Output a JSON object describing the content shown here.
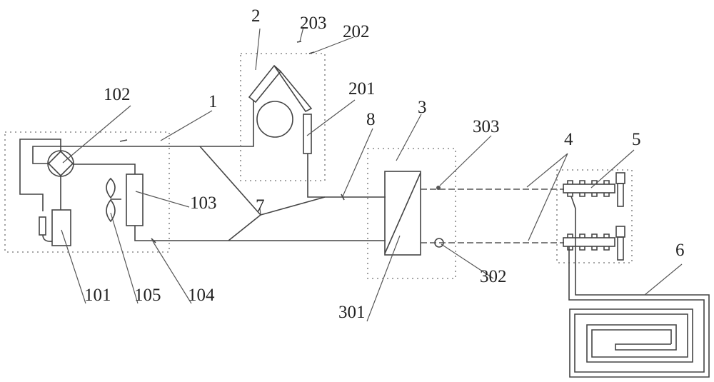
{
  "labels": {
    "l1": "1",
    "l2": "2",
    "l3": "3",
    "l4": "4",
    "l5": "5",
    "l6": "6",
    "l7": "7",
    "l8": "8",
    "l101": "101",
    "l102": "102",
    "l103": "103",
    "l104": "104",
    "l105": "105",
    "l201": "201",
    "l202": "202",
    "l203": "203",
    "l301": "301",
    "l302": "302",
    "l303": "303"
  }
}
